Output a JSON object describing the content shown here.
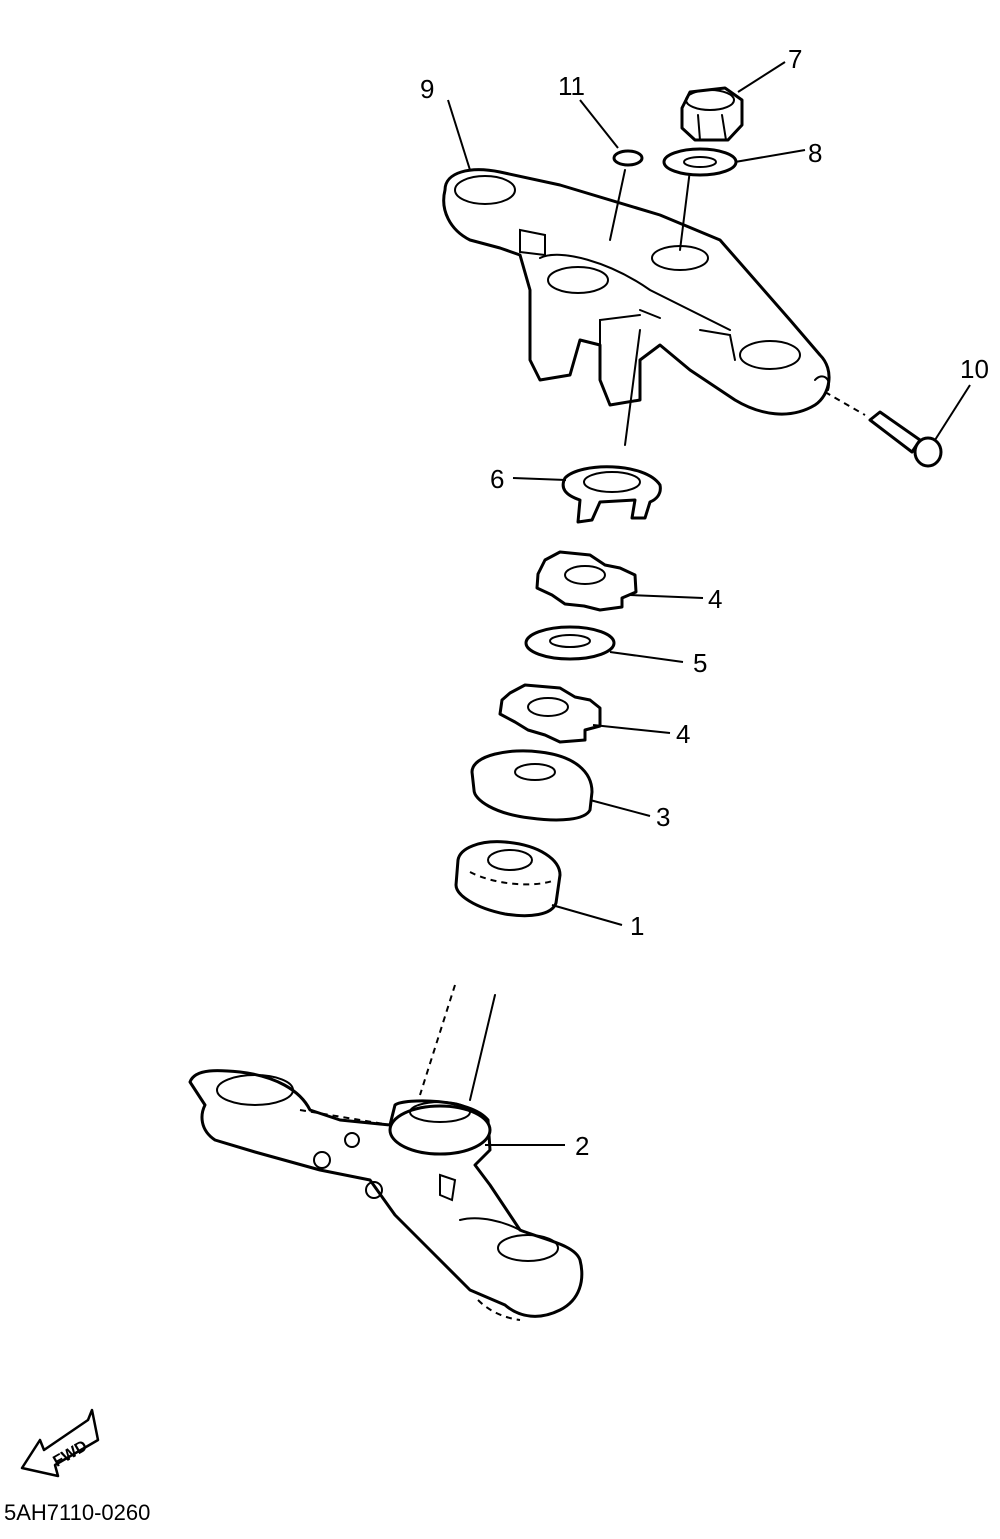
{
  "diagram": {
    "callouts": [
      {
        "id": "lbl-1",
        "text": "1"
      },
      {
        "id": "lbl-2",
        "text": "2"
      },
      {
        "id": "lbl-3",
        "text": "3"
      },
      {
        "id": "lbl-4a",
        "text": "4"
      },
      {
        "id": "lbl-4b",
        "text": "4"
      },
      {
        "id": "lbl-5",
        "text": "5"
      },
      {
        "id": "lbl-6",
        "text": "6"
      },
      {
        "id": "lbl-7",
        "text": "7"
      },
      {
        "id": "lbl-8",
        "text": "8"
      },
      {
        "id": "lbl-9",
        "text": "9"
      },
      {
        "id": "lbl-10",
        "text": "10"
      },
      {
        "id": "lbl-11",
        "text": "11"
      }
    ],
    "direction_arrow": {
      "icon": "fwd-arrow-icon",
      "text": "FWD"
    },
    "part_code": "5AH7110-0260"
  }
}
